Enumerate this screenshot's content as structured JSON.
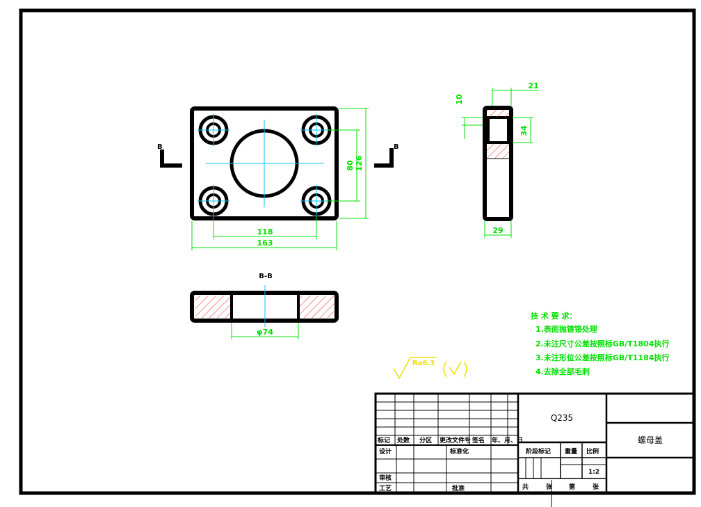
{
  "colors": {
    "outline": "#000000",
    "dimension": "#00e000",
    "center": "#00c8ff",
    "hatch": "#ff2020"
  },
  "section": {
    "left_mark": "B",
    "right_mark": "B",
    "title": "B-B"
  },
  "dimensions": {
    "front_inner_width": "118",
    "front_outer_width": "163",
    "front_inner_height": "80",
    "front_outer_height": "126",
    "side_top_width": "21",
    "side_bottom_width": "29",
    "side_top_offset": "10",
    "side_pocket_height": "34",
    "bore_diameter": "φ74"
  },
  "roughness": {
    "symbol": "Ra6.3"
  },
  "notes": {
    "title": "技 术 要 求：",
    "items": [
      "1.表面抛镀铬处理",
      "2.未注尺寸公差按照标GB/T1804执行",
      "3.未注形位公差按照标GB/T1184执行",
      "4.去除全部毛刺"
    ]
  },
  "title_block": {
    "material": "Q235",
    "part_name": "螺母盖",
    "scale": "1:2",
    "headers": {
      "mark": "标记",
      "count": "处数",
      "zone": "分区",
      "change_doc": "更改文件号",
      "sign": "签名",
      "date": "年、月、日",
      "design": "设计",
      "standardize": "标准化",
      "stage_mark": "阶段标记",
      "weight": "重量",
      "ratio": "比例",
      "review": "审核",
      "process": "工艺",
      "approve": "批准",
      "total_prefix": "共",
      "sheets_1": "张",
      "page_prefix": "第",
      "sheets_2": "张"
    }
  }
}
